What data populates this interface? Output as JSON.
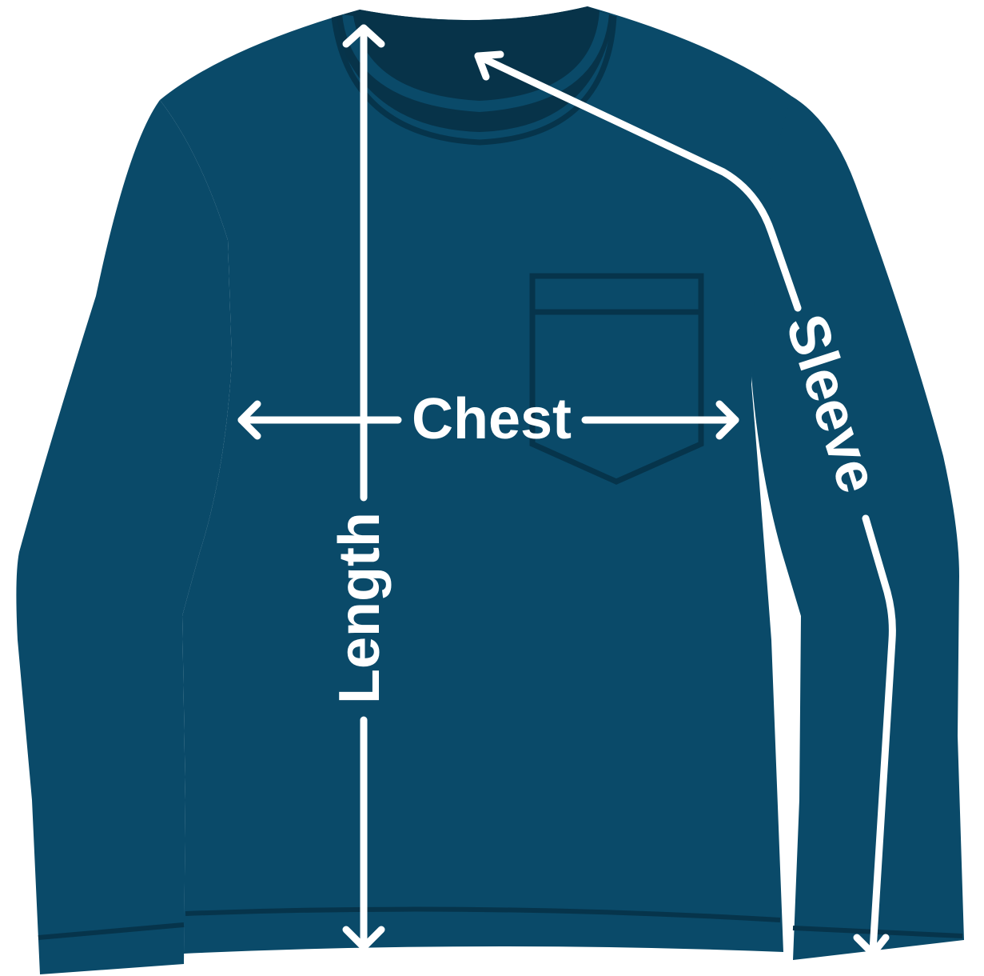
{
  "colors": {
    "shirt": "#0a4a69",
    "shirt_shadow": "#083a53",
    "collar_inner": "#073349",
    "seam": "#06344b",
    "arrows": "#ffffff",
    "background": "#ffffff"
  },
  "labels": {
    "chest": "Chest",
    "length": "Length",
    "sleeve": "Sleeve"
  }
}
